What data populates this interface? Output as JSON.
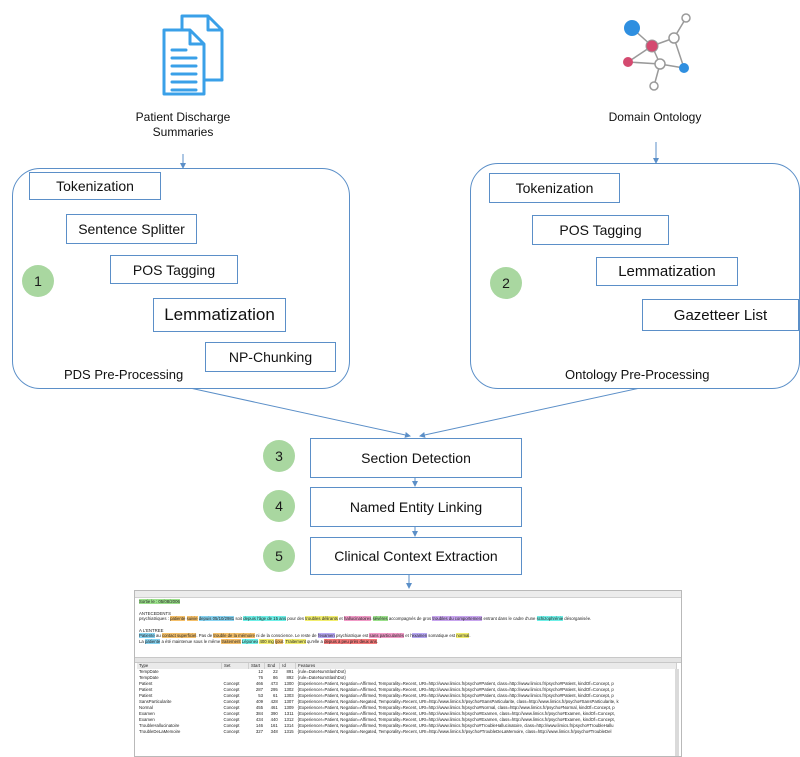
{
  "inputs": {
    "pds_label": "Patient Discharge Summaries",
    "ontology_label": "Domain Ontology"
  },
  "pds": {
    "title": "PDS Pre-Processing",
    "badge": "1",
    "steps": [
      "Tokenization",
      "Sentence Splitter",
      "POS Tagging",
      "Lemmatization",
      "NP-Chunking"
    ]
  },
  "ontology": {
    "title": "Ontology Pre-Processing",
    "badge": "2",
    "steps": [
      "Tokenization",
      "POS Tagging",
      "Lemmatization",
      "Gazetteer List"
    ]
  },
  "pipeline": [
    {
      "badge": "3",
      "label": "Section Detection"
    },
    {
      "badge": "4",
      "label": "Named Entity Linking"
    },
    {
      "badge": "5",
      "label": "Clinical Context Extraction"
    }
  ],
  "screenshot": {
    "doc": {
      "line1": "Sortie le : 05/08/2006",
      "heading1": "ANTECEDENTS",
      "p1": [
        "psychiatriques : ",
        "patiente",
        " ",
        "suivie",
        " ",
        "depuis 05/10/2981",
        " soit ",
        "depuis l'âge de 15 ans",
        " pour des ",
        "troubles délirants",
        " et ",
        "hallucinatoires",
        " ",
        "sévères",
        " accompagnés de gros ",
        "troubles du comportement",
        " entrant dans le cadre d'une ",
        "schizophrénie",
        " désorganisée."
      ],
      "heading2": "A L'ENTREE",
      "p2": [
        "Patiente",
        " au ",
        "contact superficiel",
        ". Pas de ",
        "trouble de la mémoire",
        " ni de la conscience. Le reste de ",
        "l'examen",
        " psychiatrique est ",
        "sans particularités",
        " et l'",
        "examen",
        " somatique est ",
        "normal",
        "."
      ],
      "p3": [
        "La ",
        "patiente",
        " a été maintenue sous le même ",
        "traitement",
        " ",
        "Léponex",
        " ",
        "400 mg",
        " ",
        "/jour",
        ". ",
        "Traitement",
        " qu'elle a ",
        "depuis à peu près deux ans",
        "."
      ]
    },
    "columns": [
      "Type",
      "Set",
      "Start",
      "End",
      "Id",
      "Features"
    ],
    "rows": [
      [
        "TempDate",
        "",
        "12",
        "22",
        "891",
        "{rule=DateNumSlashDot}"
      ],
      [
        "TempDate",
        "",
        "76",
        "86",
        "892",
        "{rule=DateNumSlashDot}"
      ],
      [
        "Patient",
        "Concept",
        "466",
        "473",
        "1300",
        "{Experiencer=Patient, Negation=Affirmed, Temporality=Recent, URI=http://www.limics.fr/psycho#Patient, class=http://www.limics.fr/psycho#Patient, kindOf=Concept, p"
      ],
      [
        "Patient",
        "Concept",
        "287",
        "295",
        "1302",
        "{Experiencer=Patient, Negation=Affirmed, Temporality=Recent, URI=http://www.limics.fr/psycho#Patient, class=http://www.limics.fr/psycho#Patient, kindOf=Concept, p"
      ],
      [
        "Patient",
        "Concept",
        "53",
        "61",
        "1303",
        "{Experiencer=Patient, Negation=Affirmed, Temporality=Recent, URI=http://www.limics.fr/psycho#Patient, class=http://www.limics.fr/psycho#Patient, kindOf=Concept, p"
      ],
      [
        "SansParticularite",
        "Concept",
        "409",
        "428",
        "1307",
        "{Experiencer=Patient, Negation=Negated, Temporality=Recent, URI=http://www.limics.fr/psycho#SansParticularite, class=http://www.limics.fr/psycho#SansParticularite, k"
      ],
      [
        "Normal",
        "Concept",
        "455",
        "461",
        "1309",
        "{Experiencer=Patient, Negation=Affirmed, Temporality=Recent, URI=http://www.limics.fr/psycho#Normal, class=http://www.limics.fr/psycho#Normal, kindOf=Concept, p"
      ],
      [
        "Examen",
        "Concept",
        "384",
        "390",
        "1311",
        "{Experiencer=Patient, Negation=Affirmed, Temporality=Recent, URI=http://www.limics.fr/psycho#Examen, class=http://www.limics.fr/psycho#Examen, kindOf=Concept,"
      ],
      [
        "Examen",
        "Concept",
        "434",
        "440",
        "1312",
        "{Experiencer=Patient, Negation=Affirmed, Temporality=Recent, URI=http://www.limics.fr/psycho#Examen, class=http://www.limics.fr/psycho#Examen, kindOf=Concept,"
      ],
      [
        "TroubleHallucinatoire",
        "Concept",
        "146",
        "161",
        "1314",
        "{Experiencer=Patient, Negation=Affirmed, Temporality=Recent, URI=http://www.limics.fr/psycho#TroubleHallucinatoire, class=http://www.limics.fr/psycho#TroubleHallu"
      ],
      [
        "TroubleDeLaMemoire",
        "Concept",
        "327",
        "348",
        "1315",
        "{Experiencer=Patient, Negation=Negated, Temporality=Recent, URI=http://www.limics.fr/psycho#TroubleDeLaMemoire, class=http://www.limics.fr/psycho#TroubleDel"
      ]
    ]
  },
  "colors": {
    "accent": "#5b8fc8",
    "badge": "#a9d7a0",
    "node_blue": "#2f8fe0",
    "node_pink": "#d44a70"
  }
}
